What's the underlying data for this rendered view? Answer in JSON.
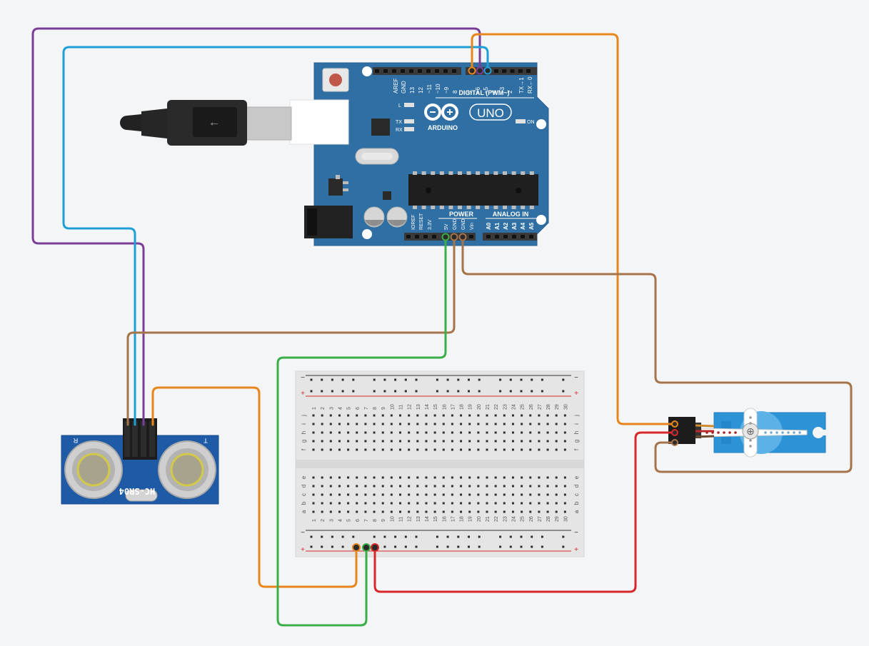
{
  "arduino": {
    "brand": "ARDUINO",
    "model": "UNO",
    "on_label": "ON",
    "l_label": "L",
    "tx_label": "TX",
    "rx_label": "RX",
    "digital_label": "DIGITAL (PWM~)",
    "power_label": "POWER",
    "analog_label": "ANALOG IN",
    "digital_pins": [
      "AREF",
      "GND",
      "13",
      "12",
      "~11",
      "~10",
      "~9",
      "8",
      "7",
      "~6",
      "~5",
      "4",
      "~3",
      "2",
      "TX→1",
      "RX←0"
    ],
    "power_pins": [
      "IOREF",
      "RESET",
      "3.3V",
      "5V",
      "GND",
      "GND",
      "Vin"
    ],
    "analog_pins": [
      "A0",
      "A1",
      "A2",
      "A3",
      "A4",
      "A5"
    ],
    "colors": {
      "board": "#2f6fa3",
      "header": "#3a3a3a"
    }
  },
  "sensor": {
    "model": "HC-SR04",
    "left_mark": "R",
    "right_mark": "T",
    "colors": {
      "board": "#1f5aa6",
      "can": "#bfbfbf"
    }
  },
  "breadboard": {
    "rail_minus": "−",
    "rail_plus": "+",
    "row_letters_top": [
      "j",
      "i",
      "h",
      "g",
      "f"
    ],
    "row_letters_bottom": [
      "e",
      "d",
      "c",
      "b",
      "a"
    ],
    "columns": 30
  },
  "wire_colors": {
    "purple": "#7a3e98",
    "blue": "#1ea0d6",
    "orange": "#e8861c",
    "brown": "#a5744a",
    "green": "#3cae49",
    "red": "#d9262a"
  }
}
